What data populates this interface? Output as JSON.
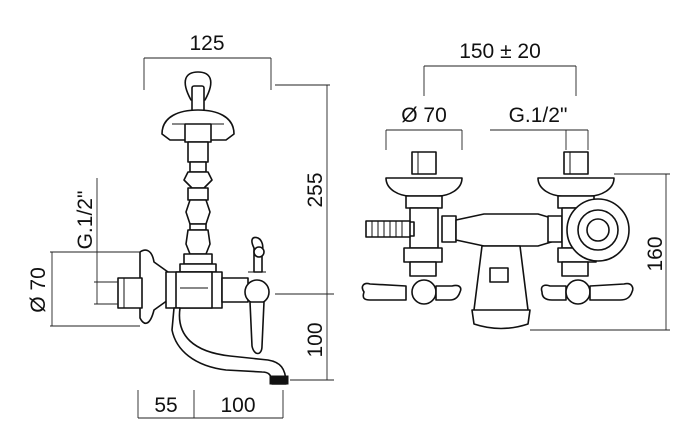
{
  "dimensions": {
    "width_125": "125",
    "height_255": "255",
    "thread_left": "G.1/2\"",
    "diameter_left": "Ø 70",
    "height_100": "100",
    "depth_55": "55",
    "depth_100": "100",
    "spacing_150": "150 ± 20",
    "diameter_right": "Ø 70",
    "thread_right": "G.1/2\"",
    "height_160": "160"
  },
  "colors": {
    "line": "#111111",
    "background": "#ffffff"
  }
}
